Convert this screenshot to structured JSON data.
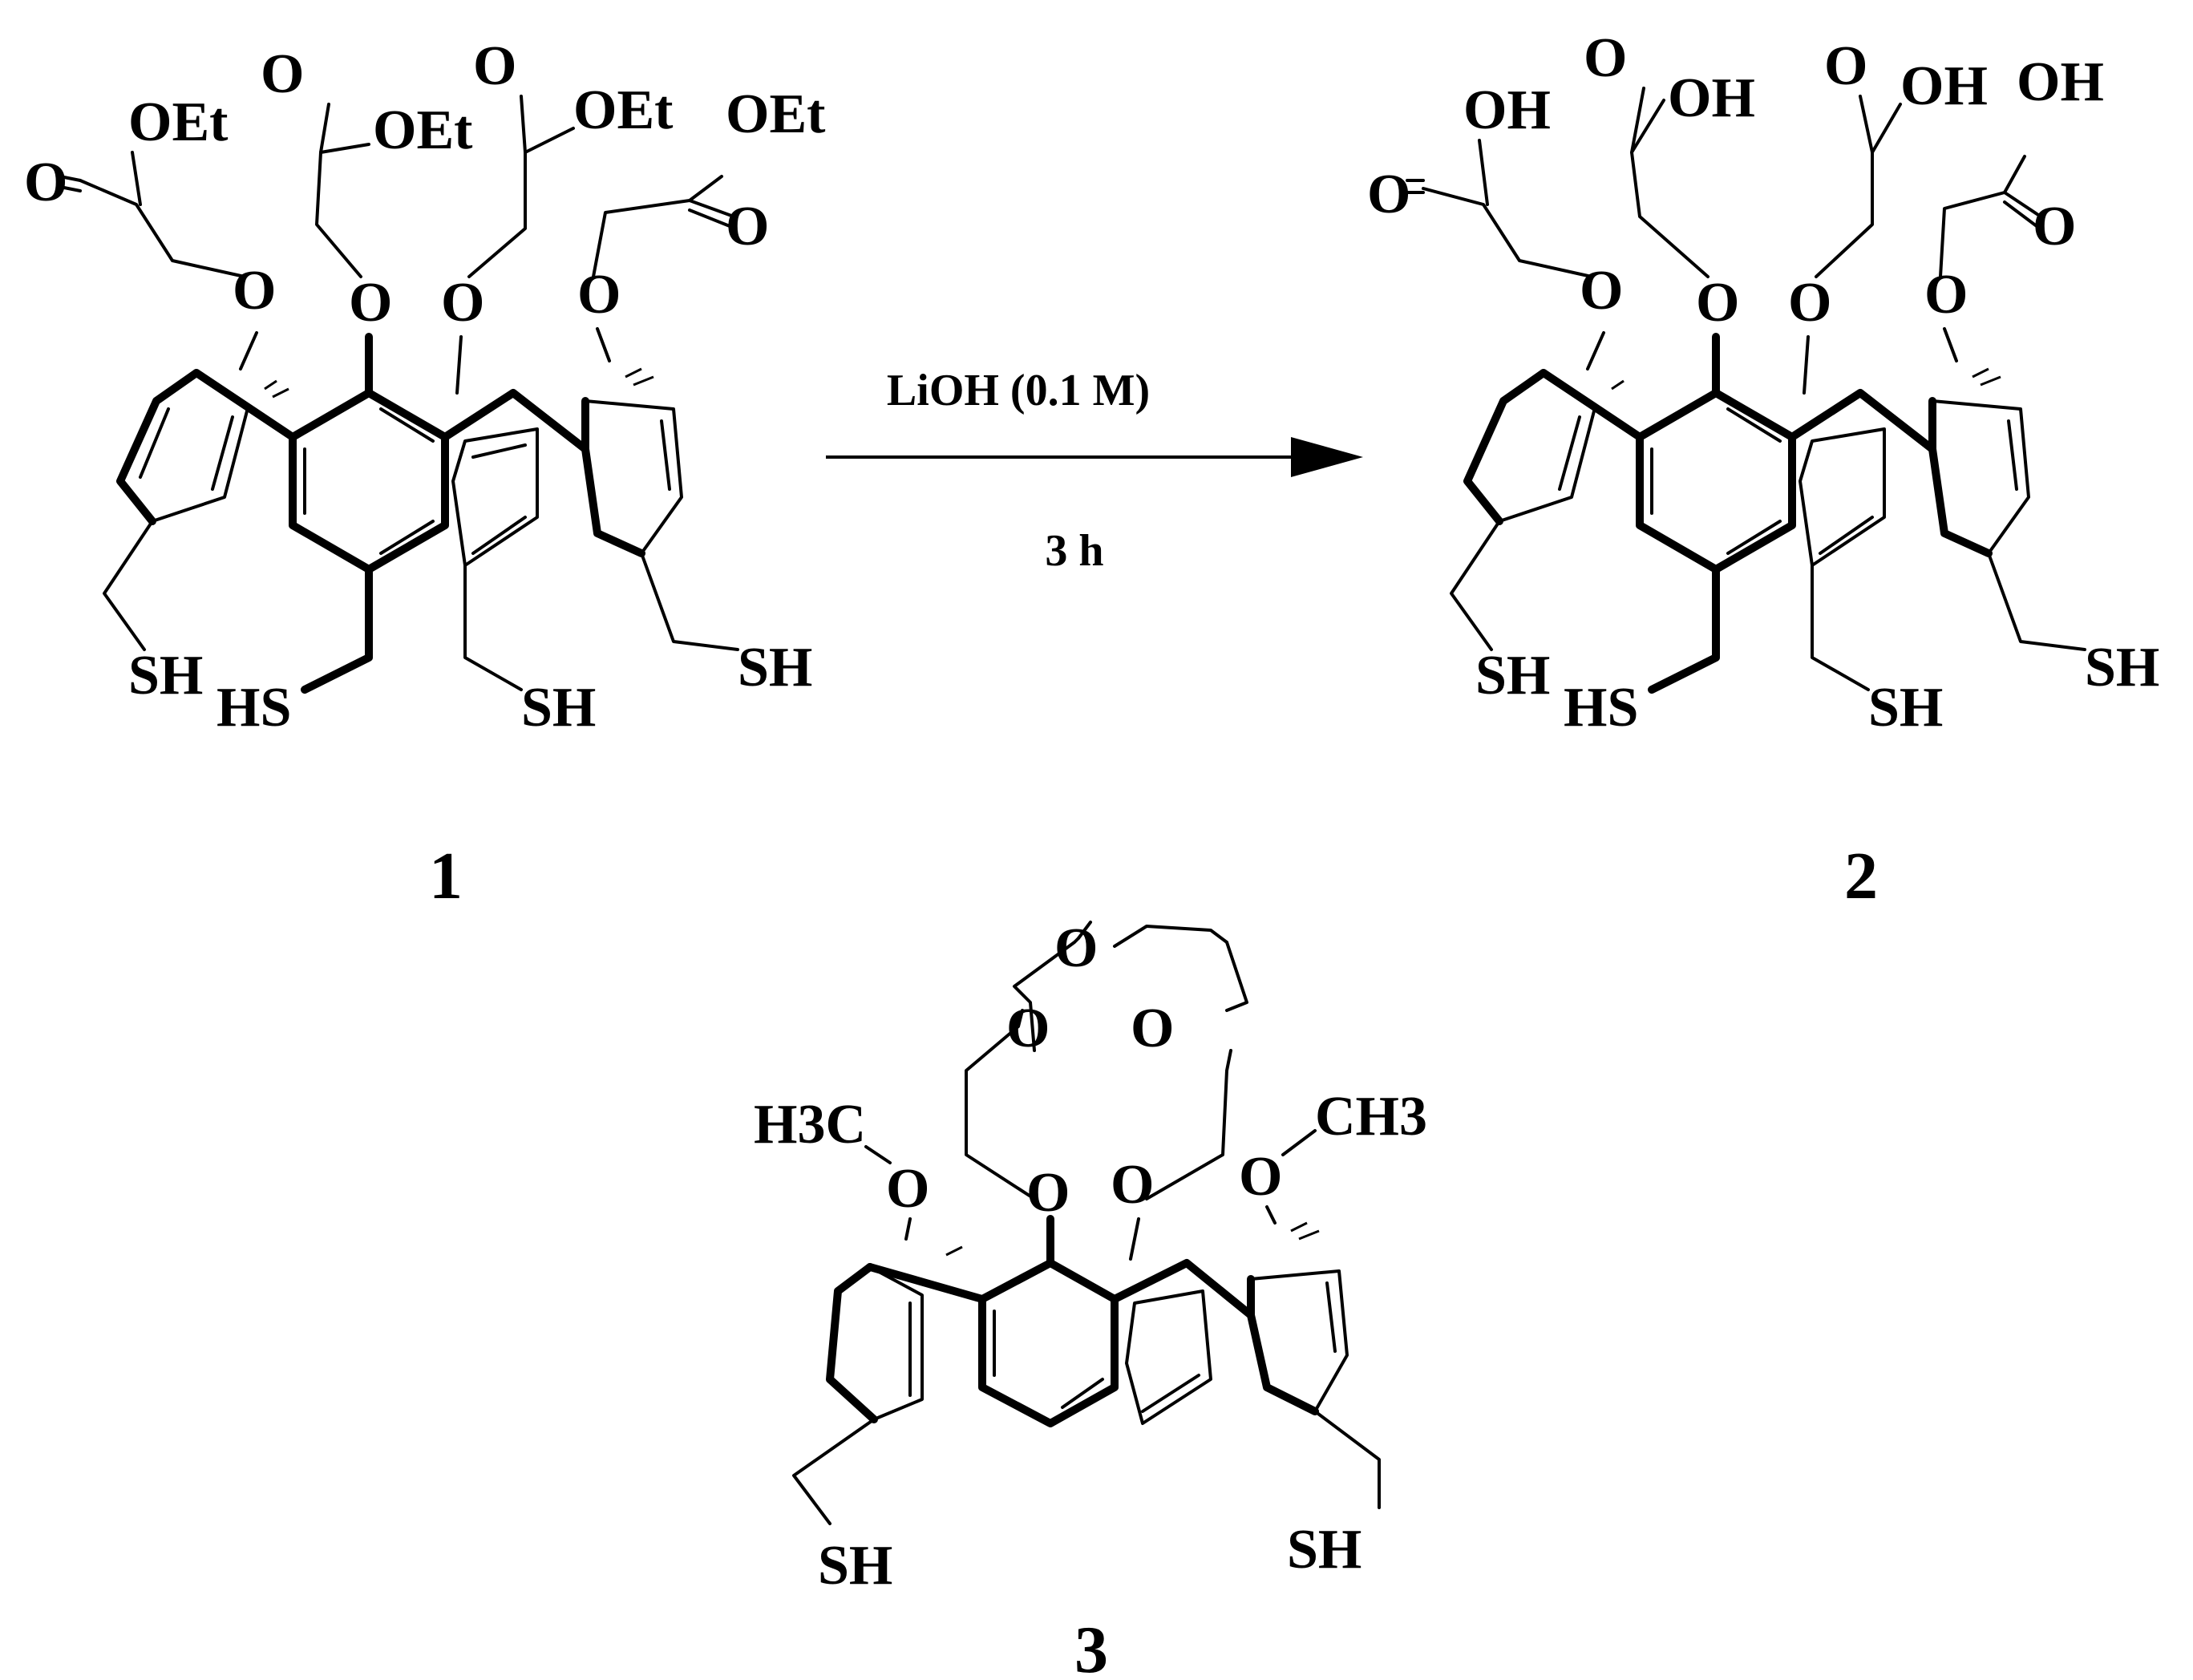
{
  "scheme": {
    "reaction": {
      "reagent": "LiOH (0.1 M)",
      "time": "3 h"
    },
    "compounds": [
      {
        "id": "compound-1",
        "label": "1",
        "substituents": [
          "OEt",
          "OEt",
          "OEt",
          "OEt"
        ],
        "thiols": [
          "SH",
          "HS",
          "SH",
          "SH"
        ]
      },
      {
        "id": "compound-2",
        "label": "2",
        "substituents": [
          "OH",
          "OH",
          "OH",
          "OH"
        ],
        "thiols": [
          "SH",
          "HS",
          "SH",
          "SH"
        ]
      },
      {
        "id": "compound-3",
        "label": "3",
        "methyls": [
          "H3C",
          "CH3"
        ],
        "thiols": [
          "SH",
          "SH"
        ]
      }
    ],
    "atoms": {
      "oxygen": "O"
    }
  }
}
